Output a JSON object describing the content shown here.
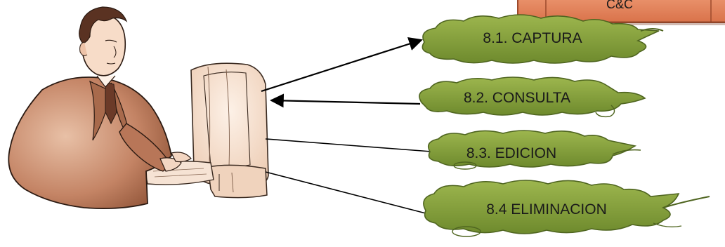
{
  "header_box": {
    "label": "C&C",
    "fill_color": "#e3825a",
    "border_color": "#9c4a2c"
  },
  "clouds": [
    {
      "id": "captura",
      "label": "8.1. CAPTURA"
    },
    {
      "id": "consulta",
      "label": "8.2. CONSULTA"
    },
    {
      "id": "edicion",
      "label": "8.3. EDICION"
    },
    {
      "id": "eliminacion",
      "label": "8.4 ELIMINACION"
    }
  ],
  "colors": {
    "cloud_fill": "#7e9a3a",
    "cloud_fill_light": "#a8bd5c",
    "cloud_stroke": "#4f6520",
    "person_fill": "#c68a6a",
    "computer_fill": "#f3dccb",
    "line_color": "#000000"
  },
  "icons": {
    "person": "businessman-at-computer-clipart"
  }
}
